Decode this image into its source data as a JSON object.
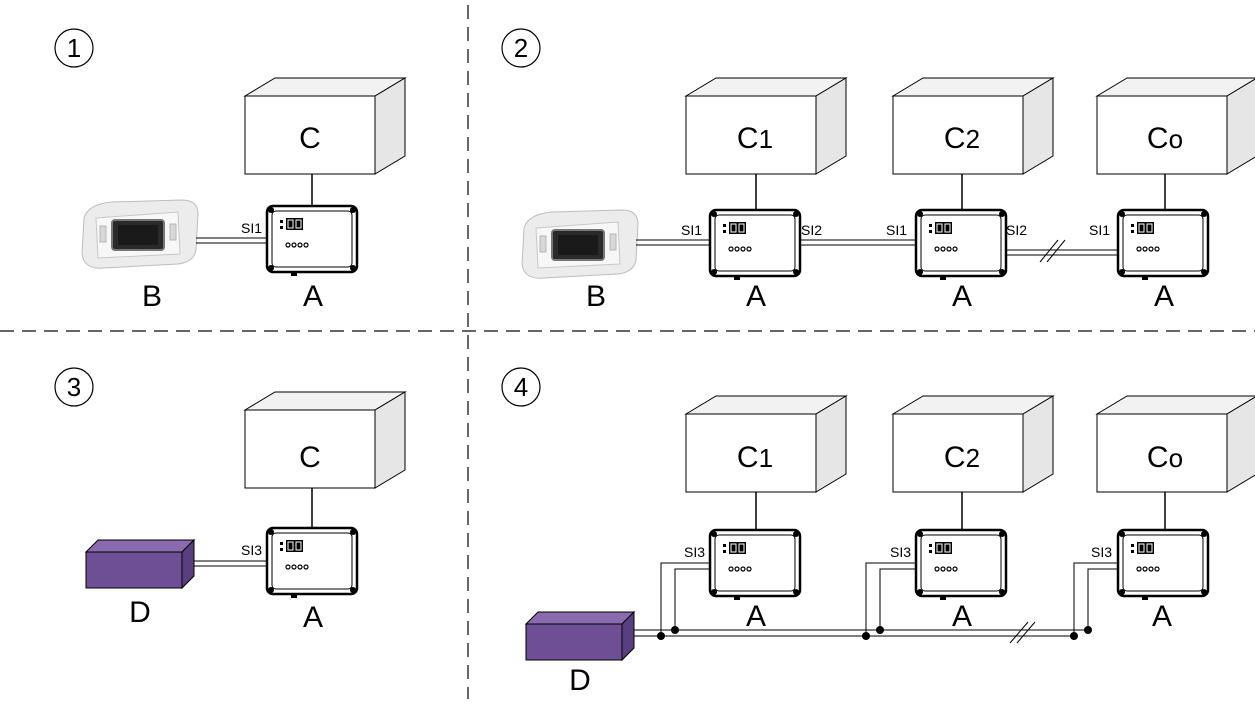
{
  "quadrants": [
    {
      "number": "1",
      "cubes": [
        {
          "main": "C",
          "sub": ""
        }
      ],
      "controller": {
        "label": "B"
      },
      "ports": [
        "SI1"
      ],
      "device_label": "A"
    },
    {
      "number": "2",
      "cubes": [
        {
          "main": "C",
          "sub": "1"
        },
        {
          "main": "C",
          "sub": "2"
        },
        {
          "main": "C",
          "sub": "o"
        }
      ],
      "controller": {
        "label": "B"
      },
      "ports": [
        "SI1",
        "SI2",
        "SI1",
        "SI2",
        "SI1"
      ],
      "device_label": "A"
    },
    {
      "number": "3",
      "cubes": [
        {
          "main": "C",
          "sub": ""
        }
      ],
      "controller": {
        "label": "D"
      },
      "ports": [
        "SI3"
      ],
      "device_label": "A"
    },
    {
      "number": "4",
      "cubes": [
        {
          "main": "C",
          "sub": "1"
        },
        {
          "main": "C",
          "sub": "2"
        },
        {
          "main": "C",
          "sub": "o"
        }
      ],
      "controller": {
        "label": "D"
      },
      "ports": [
        "SI3",
        "SI3",
        "SI3"
      ],
      "device_label": "A"
    }
  ],
  "colors": {
    "line": "#000000",
    "dash": "#333333",
    "cube_face": "#ffffff",
    "cube_side": "#e6e6e6",
    "cube_top": "#f2f2f2",
    "device_box": "#6e4f96",
    "device_box_top": "#8a6bb0",
    "thermostat_body": "#e8e8e8",
    "thermostat_screen": "#222222"
  }
}
